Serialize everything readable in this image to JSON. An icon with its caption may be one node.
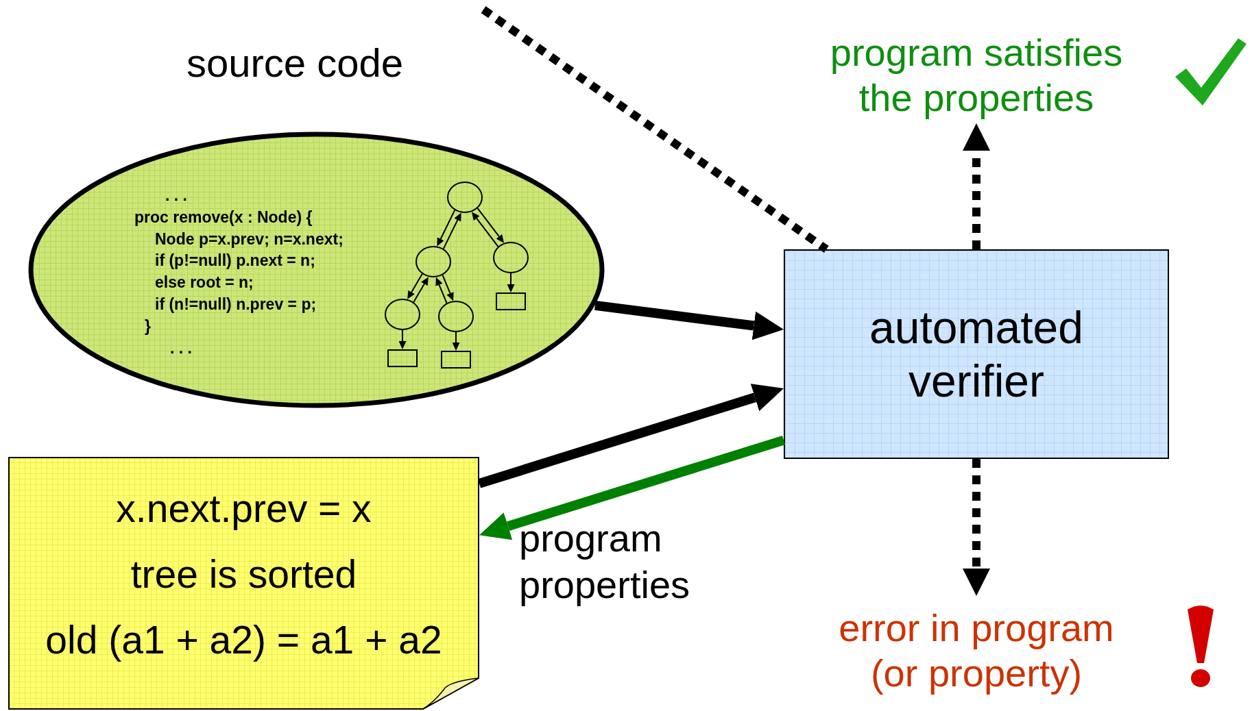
{
  "diagram": {
    "nodes": [
      {
        "text": [
          ". . .",
          "proc remove(x : Node) {",
          "Node p=x.prev; n=x.next;",
          "if (p!=null) p.next = n;",
          "else root = n;",
          "if (n!=null) n.prev = p;",
          "}",
          ". . ."
        ],
        "beside": [
          "source code"
        ]
      },
      {
        "text": [],
        "shape": "circle",
        "in": 0
      },
      {
        "text": [],
        "shape": "circle",
        "in": 0
      },
      {
        "text": [],
        "shape": "circle",
        "in": 0
      },
      {
        "text": [],
        "shape": "circle",
        "in": 0
      },
      {
        "text": [],
        "shape": "circle",
        "in": 0
      },
      {
        "text": [],
        "shape": "box",
        "in": 0
      },
      {
        "text": [],
        "shape": "box",
        "in": 0
      },
      {
        "text": [],
        "shape": "box",
        "in": 0
      },
      {
        "text": [
          "automated verifier"
        ]
      },
      {
        "text": [
          "x.next.prev = x",
          "tree is sorted",
          "old (a1 + a2) = a1 + a2"
        ],
        "beside": [
          "program properties"
        ]
      },
      {
        "text": [
          "program satisfies the properties"
        ]
      },
      {
        "text": [
          "error in program (or property)"
        ]
      }
    ],
    "edges": [
      {
        "from": 1,
        "to": 2,
        "arrow": "to"
      },
      {
        "from": 2,
        "to": 1,
        "arrow": "to"
      },
      {
        "from": 1,
        "to": 3,
        "arrow": "to"
      },
      {
        "from": 3,
        "to": 1,
        "arrow": "to"
      },
      {
        "from": 2,
        "to": 4,
        "arrow": "to"
      },
      {
        "from": 4,
        "to": 2,
        "arrow": "to"
      },
      {
        "from": 2,
        "to": 5,
        "arrow": "to"
      },
      {
        "from": 5,
        "to": 2,
        "arrow": "to"
      },
      {
        "from": 3,
        "to": 6,
        "arrow": "to"
      },
      {
        "from": 4,
        "to": 7,
        "arrow": "to"
      },
      {
        "from": 5,
        "to": 8,
        "arrow": "to"
      },
      {
        "from": 0,
        "to": 9,
        "arrow": "to",
        "style": "thick"
      },
      {
        "from": 10,
        "to": 9,
        "arrow": "to",
        "style": "thick"
      },
      {
        "from": 9,
        "to": 10,
        "arrow": "to",
        "style": "thick",
        "color": "#008000"
      },
      {
        "from": 9,
        "to": 11,
        "arrow": "to",
        "style": "dashed"
      },
      {
        "from": 9,
        "to": 12,
        "arrow": "to",
        "style": "dashed"
      },
      {
        "from": null,
        "to": 9,
        "arrow": "none",
        "style": "dashed"
      }
    ]
  }
}
